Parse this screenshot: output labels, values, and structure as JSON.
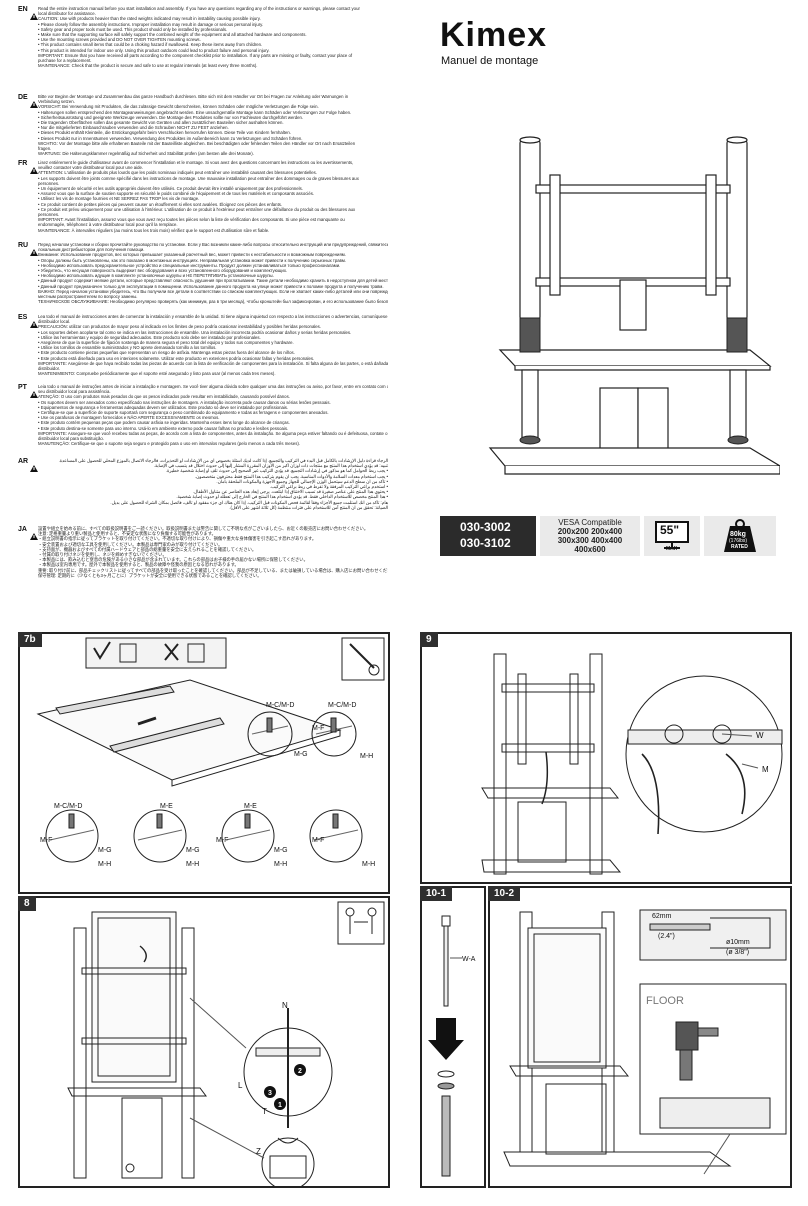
{
  "manual": {
    "brand": "Kimex",
    "subtitle": "Manuel de montage",
    "codes": [
      "030-3002",
      "030-3102"
    ],
    "vesa_label": "VESA Compatible",
    "vesa_sizes": [
      "200x200 200x400",
      "300x300 400x400",
      "400x600"
    ],
    "max_size": "55\"",
    "max_label": "MAX",
    "weight": "80kg",
    "weight_lb": "(176lbs)",
    "weight_label": "RATED"
  },
  "languages": [
    {
      "code": "EN",
      "lines": [
        "Read the entire instruction manual before you start installation and assembly. If you have any questions regarding any of the instructions or warnings, please contact your",
        "local distributor for assistance.",
        "CAUTION: Use with products heavier than the rated weights indicated may result in instability causing possible injury.",
        "• Please closely follow the assembly instructions. Improper installation may result in damage or serious personal injury.",
        "• Safety gear and proper tools must be used. This product should only be installed by professionals.",
        "• Make sure that the supporting surface will safely support the combined weight of the equipment and all attached hardware and components.",
        "• Use the mounting screws provided and DO NOT OVER TIGHTEN mounting screws.",
        "• This product contains small items that could be a choking hazard if swallowed. Keep these items away from children.",
        "• This product is intended for indoor use only. Using this product outdoors could lead to product failure and personal injury.",
        "IMPORTANT: Ensure that you have received all parts according to the component checklist prior to installation. If any parts are missing or faulty, contact your place of",
        "purchase for a replacement.",
        "MAINTENANCE: Check that the product is secure and safe to use at regular intervals (at least every three months)."
      ]
    },
    {
      "code": "DE",
      "lines": [
        "Bitte vor Beginn der Montage und Zusammenbau das ganze Handbuch durchlesen. Bitte sich mit dem Händler vor Ort bei Fragen zur Anleitung oder Warnungen in",
        "Verbindung setzen.",
        "VORSICHT: Bei Verwendung mit Produkten, die das zulässige Gewicht überschreiten, können Schäden oder mögliche Verletzungen die Folge sein.",
        "• Halterungen sollen entsprechend den Montageanweisungen angebracht werden. Eine unsachgemäße Montage kann Schäden oder Verletzungen zur Folge haben.",
        "• Sicherheitsausrüstung und geeignete Werkzeuge verwenden. Die Montage des Produktes sollte nur von Fachleuten durchgeführt werden.",
        "• Die tragenden Oberflächen sollen das gesamte Gewicht von Geräten und allen zusätzlichen Bauteilen sicher aushalten können.",
        "• Nur die mitgelieferten Einbauschrauben verwenden und die Schrauben NICHT ZU FEST anziehen.",
        "• Dieses Produkt enthält Kleinteile, die Erstickungsgefahr beim Verschlucken hervorrufen können. Diese Teile von Kindern fernhalten.",
        "• Dieses Produkt nur in Innenräumen verwenden. Verwendung des Produktes im Außenbereich kann zu Verletzungen und Schäden führen.",
        "WICHTIG: Vor der Montage bitte alle erhaltenen Bauteile mit der Bauteilliste abgleichen. Bei beschädigten oder fehlenden Teilen den Händler vor Ort nach Ersatzteilen",
        "fragen.",
        "WARTUNG: Die Halterungsklammer regelmäßig auf Sicherheit und Stabilität prüfen (am besten alle drei Monate)."
      ]
    },
    {
      "code": "FR",
      "lines": [
        "Lisez entièrement le guide d'utilisateur avant de commencer l'installation et le montage. Si vous avez des questions concernant les instructions ou les avertissements,",
        "veuillez contacter votre distributeur local pour une aide.",
        "ATTENTION: L'utilisation de produits plus lourds que les poids nominaux indiqués peut entraîner une instabilité causant des blessures potentielles.",
        "• Les supports doivent être joints comme spécifié dans les instructions de montage. Une mauvaise installation peut entraîner des dommages ou de graves blessures aux",
        "personnes.",
        "• Un équipement de sécurité et les outils appropriés doivent être utilisés. Ce produit devrait être installé uniquement par des professionnels.",
        "• Assurez vous que la surface de soutien supporte en sécurité le poids combiné de l'équipement et de tous les matériels et composants associés.",
        "• Utilisez les vis de montage fournies et NE SERREZ PAS TROP les vis de montage.",
        "• Ce produit contient de petites pièces qui peuvent causer un étouffement si elles sont avalées. Éloignez ces pièces des enfants.",
        "• Ce produit est prévu uniquement pour une utilisation à l'intérieur. L'utilisation de ce produit à l'extérieur peut entraîner une défaillance du produit ou des blessures aux",
        "personnes.",
        "IMPORTANT: Avant l'installation, assurez vous que vous avez reçu toutes les pièces selon la liste de vérification des composants. Si une pièce est manquante ou",
        "endommagée, téléphonez à votre distributeur local pour qu'il la remplace.",
        "MAINTENANCE: À intervalles réguliers (au moins tous les trois mois) vérifiez que le support est d'utilisation sûre et fiable."
      ]
    },
    {
      "code": "RU",
      "lines": [
        "Перед началом установки и сборки прочитайте руководство по установке. Если у Вас возникли какие-либо вопросы относительно инструкций или предупреждений, свяжитесь с Вашим",
        "локальным дистрибьютором для получения помощи.",
        "Внимание: Использование продуктов, вес которых превышает указанный расчетный вес, может привести к нестабильности и возможным повреждениям.",
        "• Опоры должны быть установлены, как это показано в монтажных инструкциях. Неправильная установка может привести к получению серьезных травм.",
        "• Необходимо использовать предохранительное устройство и специальные инструменты. Продукт должен устанавливаться только профессионалами.",
        "• Убедитесь, что несущая поверхность выдержит вес оборудования и всех установленного оборудования и комплектующих.",
        "• Необходимо использовать идущие в комплекте установочные шурупы и НЕ ПЕРЕТЯГИВАТЬ установочные шурупы.",
        "• Данный продукт содержит мелкие детали, которые представляют опасность удушения при проглатывании. Такие детали необходимо хранить в недоступном для детей месте.",
        "• Данный продукт предназначен только для эксплуатации в помещении. Использование данного продукта на улице может привести к поломке продукта и получению травм.",
        "ВАЖНО: Перед началом установки убедитесь, что Вы получили все детали в соответствии со списком комплектующих. Если не хватает каких-либо деталей или они повреждены, свяжитесь с Вашим",
        "местным распространителем по вопросу замены.",
        "ТЕХНИЧЕСКОЕ ОБСЛУЖИВАНИЕ: Необходимо регулярно проверять (как минимум, раз в три месяца), чтобы кронштейн был зафиксирован, и его использование было безопасным"
      ]
    },
    {
      "code": "ES",
      "lines": [
        "Lea todo el manual de instrucciones antes de comenzar la instalación y ensamble de la unidad. Si tiene alguna inquietud con respecto a las instrucciones o advertencias, comuníquese con su",
        "distribuidor local.",
        "PRECAUCIÓN: utilizar con productos de mayor peso al indicado en los límites de peso podría ocasionar inestabilidad y posibles heridas personales.",
        "• Los soportes deben acoplarse tal como se indica en las instrucciones de ensamble. Una instalación incorrecta podría ocasionar daños y serias heridas personales.",
        "• Utilice las herramientas y equipo de seguridad adecuados. Este producto solo debe ser instalado por profesionales.",
        "• Asegúrese de que la superficie de fijación sostenga de manera segura el peso total del equipo y todos sus componentes y hardware.",
        "• Utilice los tornillos de ensamble suministrados y NO aprete demasiado tornillo a los tornillos.",
        "• Este producto contiene piezas pequeñas que representan un riesgo de asfixia. Mantenga estas piezas fuera del alcance de los niños.",
        "• Este producto está diseñado para uso en interiores solamente. Utilizar este producto en exteriores podría ocasionar fallas y heridas personales.",
        "IMPORTANTE: Asegúrese de que haya recibido todas las piezas de acuerdo con la lista de verificación de componentes para la instalación. Si falta alguna de las partes, o está dañada, comuníquese con su",
        "distribuidor.",
        "MANTENIMIENTO: Compruebe periódicamente que el soporte esté asegurado y listo para usar (al menos cada tres meses)."
      ]
    },
    {
      "code": "PT",
      "lines": [
        "Leia todo o manual de instruções antes de iniciar a instalação e montagem. Se você tiver alguma dúvida sobre qualquer uma das instruções ou aviso, por favor, entre em contato com o",
        "seu distribuidor local para assistência.",
        "ATENÇÃO: O uso com produtos mais pesados do que os pesos indicados pode resultar em instabilidade, causando possível danos.",
        "• Os suportes devem ser anexados como especificado nas instruções de montagem. A instalação incorreta pode causar danos ou sérias lesões pessoais.",
        "• Equipamentos de segurança e ferramentas adequadas devem ser utilizados. Este produto só deve ser instalado por profissionais.",
        "• Certifique-se que a superfície de suporte suportará com segurança o peso combinado do equipamento e todas as ferragens e componentes anexados.",
        "• Use os parafusos de montagem fornecidos e NÃO APERTE EXCESSIVAMENTE os mesmos.",
        "• Este produto contém pequenas peças que podem causar asfixia se ingeridas. Mantenha esses itens longe do alcance de crianças.",
        "• Este produto destina-se somente para uso interno. Usá-lo em ambiente externo pode causar falhas no produto e lesões pessoais.",
        "IMPORTANTE: Assegure-se que você recebeu todas as peças, de acordo com a lista de componentes, antes da instalação. Se alguma peça estiver faltando ou é defeituosa, contate o seu",
        "distribuidor local para substituição.",
        "MANUTENÇÃO: Certifique-se que o suporte seja seguro e protegido para o uso em intervalos regulares (pelo menos a cada três meses)."
      ]
    },
    {
      "code": "AR",
      "lines": [
        "الرجاء قراءة دليل الإرشادات بالكامل قبل البدء في التركيب والتجميع. إذا كانت لديك أسئلة بخصوص أي من الإرشادات أو التحذيرات، فالرجاء الاتصال بالموزع المحلي للحصول على المساعدة.",
        "تنبيه: قد يؤدي استخدام هذا المنتج مع منتجات ذات أوزان أكبر من الأوزان المقررة المشار إليها إلى حدوث اختلال قد يتسبب في الإصابة.",
        "• يجب ربط الحوامل كما هو مذكور في إرشادات التجميع. قد يؤدي التركيب غير الصحيح إلى حدوث تلف أو إصابة شخصية خطيرة.",
        "• يجب استخدام معدات السلامة والأدوات المناسبة. يجب أن يقوم بتركيب هذا المنتج فقط محترفون متخصصون.",
        "• تأكد من أن سطح الدعم سيتحمل الوزن الإجمالي للجهاز وجميع الأجهزة والمكونات الملحقة بأمان.",
        "• استخدم براغي التركيب المرفقة ولا تفرط في ربط براغي التركيب.",
        "• يحتوي هذا المنتج على عناصر صغيرة قد تسبب الاختناق إذا ابتلعت. يرجى إبعاد هذه العناصر عن متناول الأطفال.",
        "• هذا المنتج مخصص للاستخدام الداخلي فقط. قد يؤدي استخدام هذا المنتج في الخارج إلى تعطله أو حدوث إصابة شخصية.",
        "هام: تأكد من أنك استلمت جميع الأجزاء وفقاً لقائمة فحص المكونات قبل التركيب. إذا كان هناك أي جزء مفقود أو تالف، فاتصل بمكان الشراء للحصول على بديل.",
        "الصيانة: تحقق من أن المنتج آمن للاستخدام على فترات منتظمة (كل ثلاثة أشهر على الأقل)."
      ]
    },
    {
      "code": "JA",
      "lines": [
        "設置や組立を始める前に、すべての取扱説明書をご一読ください。取扱説明書または警告に関してご不明な点がございましたら、お近くの販売店にお問い合わせください。",
        "注意: 定格重量より重い製品と使用すると、不安定な状態になり負傷する可能性があります。",
        "・組立説明書の指示に従ってブラケットを取り付けてください。不適切な取り付けにより、損傷や重大な身体傷害を引き起こす恐れがあります。",
        "・安全装置および適切な工具を使用してください。本製品は専門家のみが取り付けてください。",
        "・支持面が、機器およびすべての付属ハードウェアと部品の総重量を安全に支えられることを確認してください。",
        "・付属の取り付けネジを使用し、ネジを締めすぎないでください。",
        "・本製品には、飲み込むと窒息の危険がある小さな部品が含まれています。これらの部品はお子様の手の届かない場所に保管してください。",
        "・本製品は室内専用です。屋外で本製品を使用すると、製品の故障や怪我の原因となる恐れがあります。",
        "重要: 取り付け前に、部品チェックリストに従ってすべての部品を受け取ったことを確認してください。部品が不足している、または破損している場合は、購入店にお問い合わせください。",
        "保守管理: 定期的に（少なくとも3ヶ月ごとに）ブラケットが安全に使用できる状態であることを確認してください。"
      ]
    }
  ],
  "steps": {
    "s7b": {
      "tag": "7b",
      "labels": [
        "M-C/M-D",
        "M-G",
        "M-C/M-D",
        "M-F",
        "M-H",
        "M-C/M-D",
        "M-F",
        "M-G",
        "M-H",
        "M-E",
        "M-G",
        "M-H",
        "M-E",
        "M-F",
        "M-G",
        "M-H",
        "M-F",
        "M-H"
      ]
    },
    "s8": {
      "tag": "8",
      "labels": [
        "N",
        "L",
        "T",
        "Z"
      ],
      "nums": [
        "1",
        "2",
        "3"
      ]
    },
    "s9": {
      "tag": "9",
      "labels": [
        "W",
        "M"
      ]
    },
    "s101": {
      "tag": "10-1",
      "labels": [
        "W-A"
      ]
    },
    "s102": {
      "tag": "10-2",
      "dims": [
        "62mm",
        "(2.4\")",
        "ø10mm",
        "(ø 3/8\")"
      ],
      "floor": "FLOOR"
    }
  }
}
